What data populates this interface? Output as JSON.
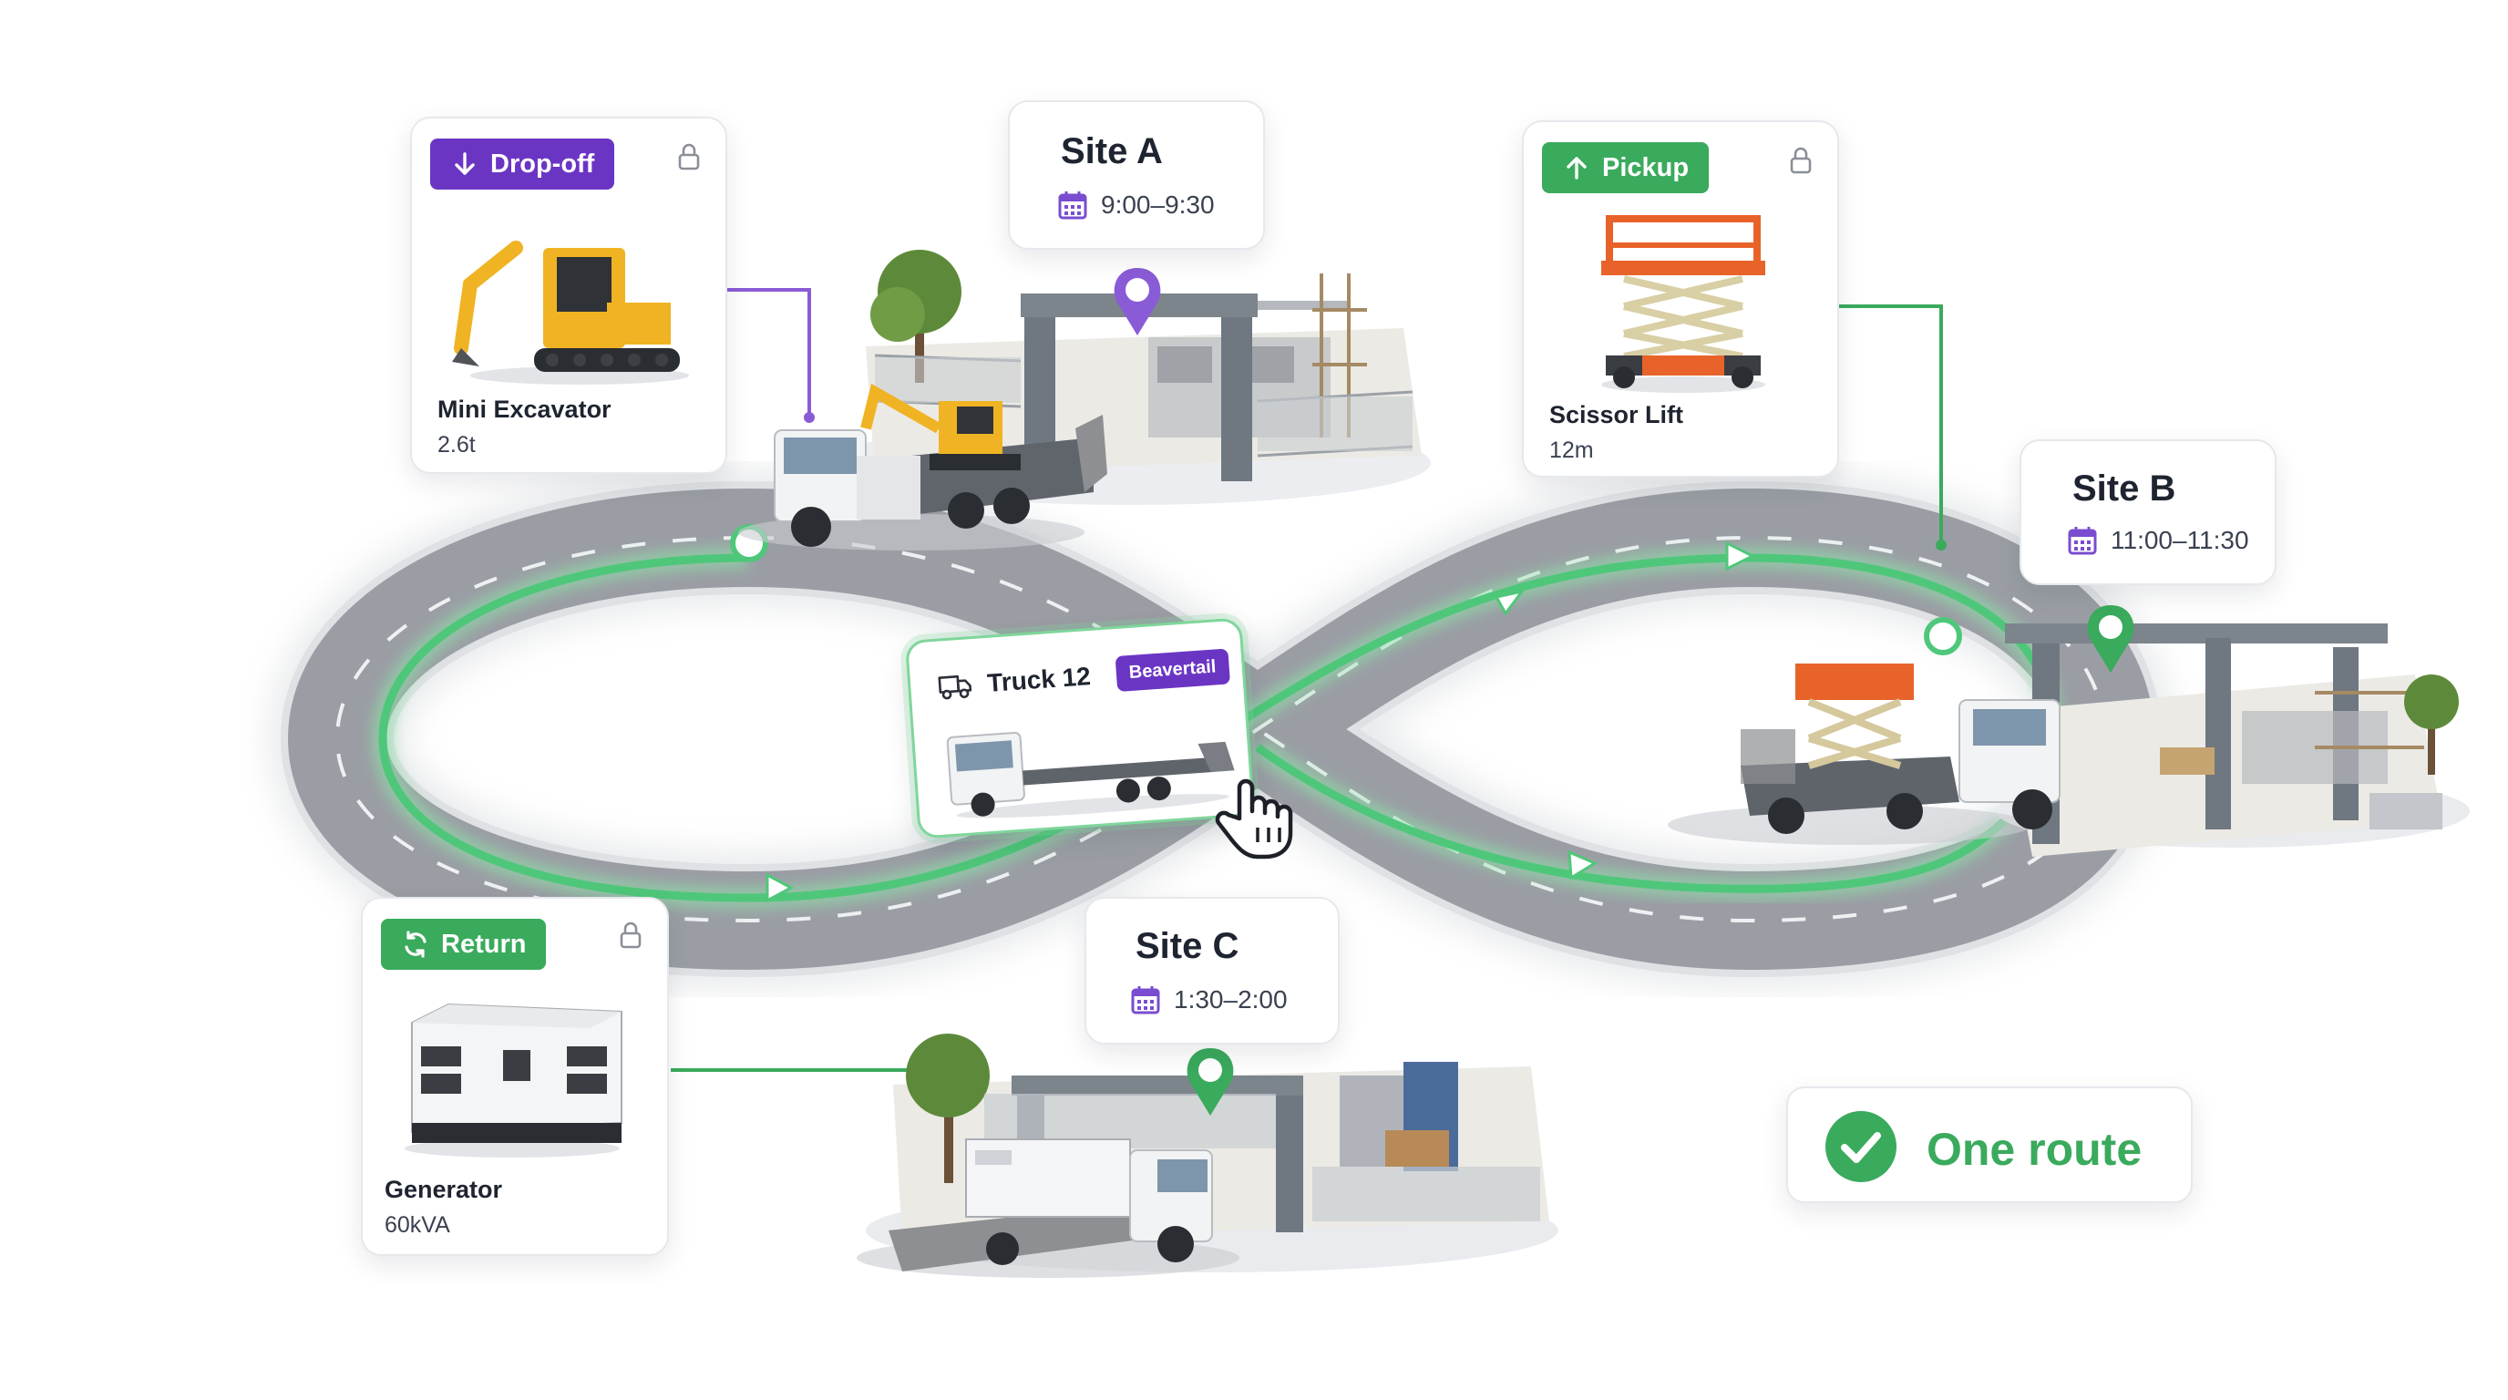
{
  "colors": {
    "purple": "#6b35c4",
    "green": "#3aaa5c",
    "route_green": "#4fc77a",
    "road": "#8e9298",
    "road_edge": "#d7d9dc"
  },
  "dropoff": {
    "tag_label": "Drop-off",
    "tag_icon": "arrow-down-icon",
    "equipment_name": "Mini Excavator",
    "equipment_spec": "2.6t"
  },
  "pickup": {
    "tag_label": "Pickup",
    "tag_icon": "arrow-up-icon",
    "equipment_name": "Scissor Lift",
    "equipment_spec": "12m"
  },
  "return": {
    "tag_label": "Return",
    "tag_icon": "refresh-icon",
    "equipment_name": "Generator",
    "equipment_spec": "60kVA"
  },
  "sites": [
    {
      "name": "Site A",
      "time": "9:00–9:30"
    },
    {
      "name": "Site B",
      "time": "11:00–11:30"
    },
    {
      "name": "Site C",
      "time": "1:30–2:00"
    }
  ],
  "truck": {
    "name": "Truck 12",
    "badge": "Beavertail"
  },
  "status": {
    "label": "One route",
    "icon": "check-circle-icon"
  }
}
